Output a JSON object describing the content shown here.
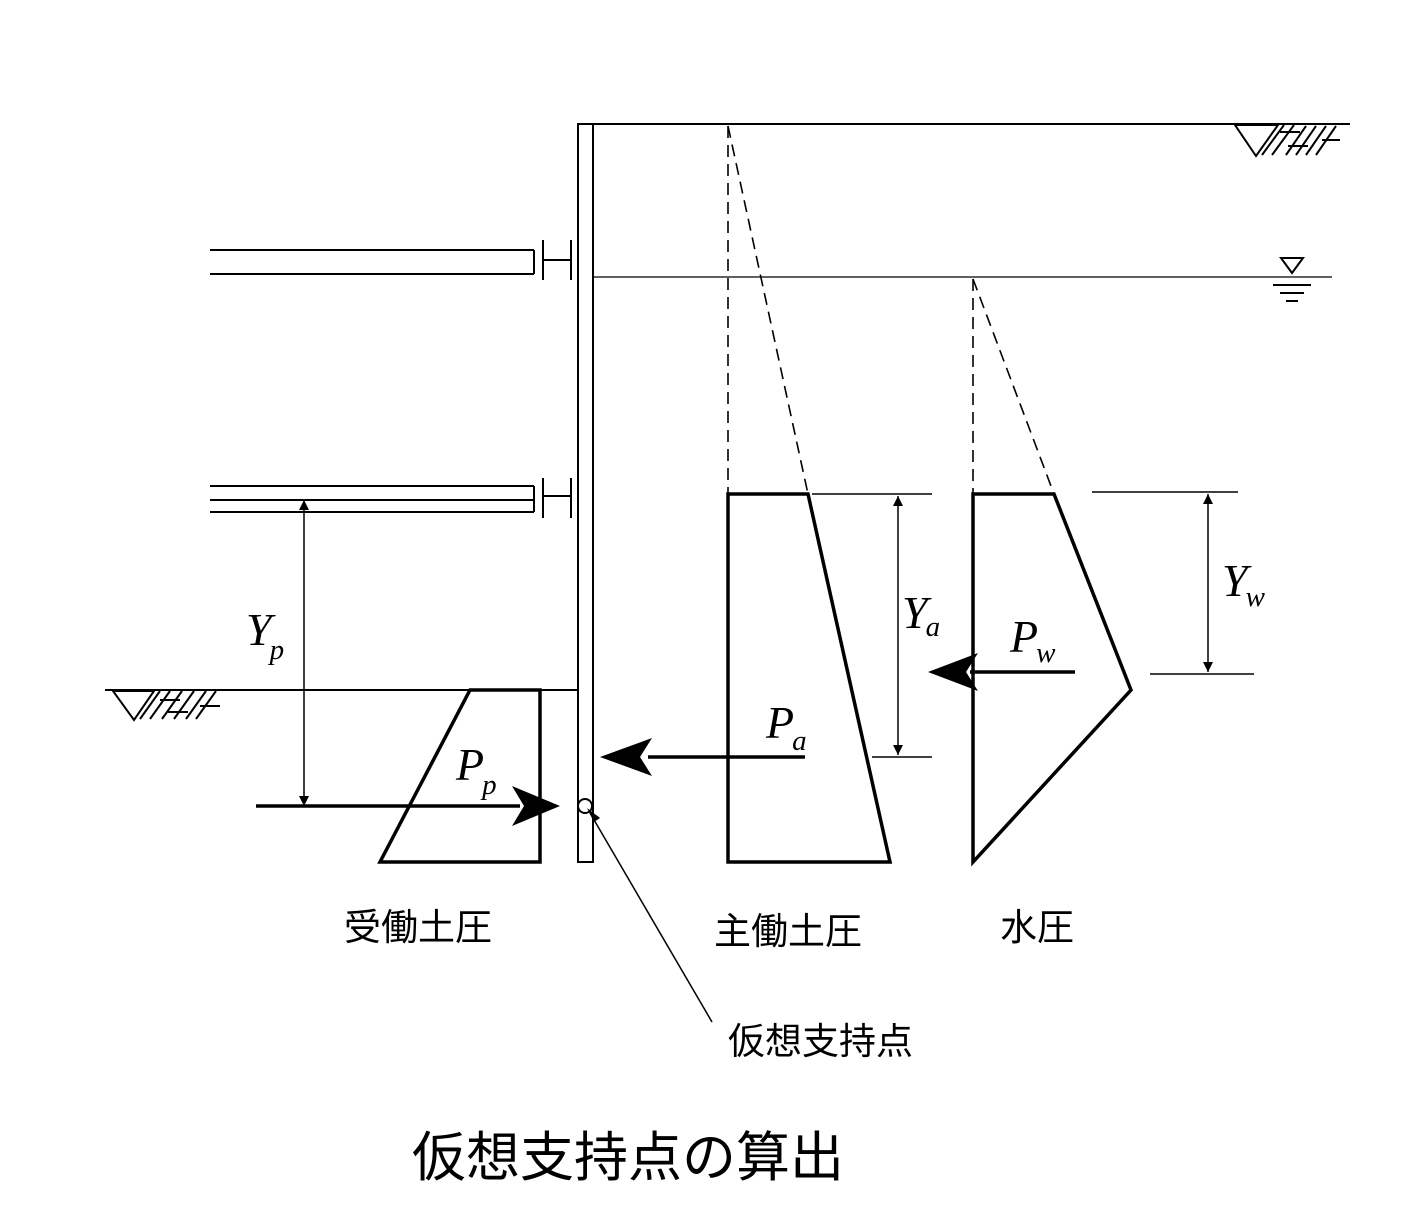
{
  "title": "仮想支持点の算出",
  "labels": {
    "passive_pressure": "受働土圧",
    "active_pressure": "主働土圧",
    "water_pressure": "水圧",
    "virtual_support_point": "仮想支持点"
  },
  "symbols": {
    "Yp": {
      "main": "Y",
      "sub": "p"
    },
    "Pp": {
      "main": "P",
      "sub": "p"
    },
    "Pa": {
      "main": "P",
      "sub": "a"
    },
    "Ya": {
      "main": "Y",
      "sub": "a"
    },
    "Pw": {
      "main": "P",
      "sub": "w"
    },
    "Yw": {
      "main": "Y",
      "sub": "w"
    }
  }
}
